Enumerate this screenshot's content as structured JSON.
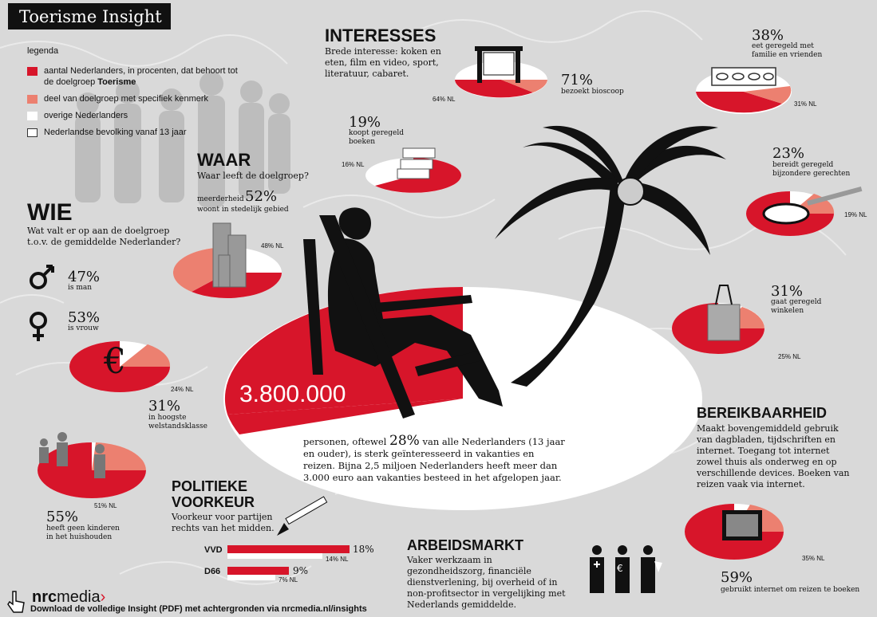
{
  "title": "Toerisme Insight",
  "legend": {
    "label": "legenda",
    "items": [
      {
        "color": "#d7152a",
        "text": "aantal Nederlanders, in procenten, dat behoort tot de doelgroep ",
        "bold": "Toerisme"
      },
      {
        "color": "#ec8070",
        "text": "deel van doelgroep met specifiek kenmerk",
        "bold": ""
      },
      {
        "color": "#ffffff",
        "text": "overige Nederlanders",
        "bold": ""
      },
      {
        "color": "#ffffff",
        "text": "Nederlandse bevolking vanaf 13 jaar",
        "bold": ""
      }
    ]
  },
  "interesses": {
    "heading": "INTERESSES",
    "text": "Brede interesse: koken en eten, film en video, sport, literatuur, cabaret.",
    "film": {
      "pct": "71%",
      "label": "bezoekt bioscoop",
      "nl": "64% NL"
    },
    "boeken": {
      "pct": "19%",
      "label": "koopt geregeld boeken",
      "nl": "16% NL"
    },
    "familie": {
      "pct": "38%",
      "label": "eet geregeld met familie en vrienden",
      "nl": "31% NL"
    },
    "gerechten": {
      "pct": "23%",
      "label": "bereidt geregeld bijzondere gerechten",
      "nl": "19% NL"
    },
    "winkelen": {
      "pct": "31%",
      "label": "gaat geregeld winkelen",
      "nl": "25% NL"
    }
  },
  "waar": {
    "heading": "WAAR",
    "question": "Waar leeft de doelgroep?",
    "pre": "meerderheid",
    "pct": "52%",
    "label": "woont in stedelijk gebied",
    "nl": "48% NL"
  },
  "wie": {
    "heading": "WIE",
    "question": "Wat valt er op aan de doelgroep t.o.v. de gemiddelde Nederlander?",
    "man": {
      "pct": "47%",
      "label": "is man"
    },
    "vrouw": {
      "pct": "53%",
      "label": "is vrouw"
    },
    "welstand": {
      "pct": "31%",
      "label": "in hoogste welstandsklasse",
      "nl": "24% NL"
    },
    "kinderen": {
      "pct": "55%",
      "label": "heeft geen kinderen in het huishouden",
      "nl": "51% NL"
    }
  },
  "main": {
    "number": "3.800.000",
    "text_a": "personen, oftewel",
    "pct": "28%",
    "text_b": "van alle Nederlanders (13 jaar en ouder), is sterk geïnteresseerd in vakanties en reizen.  Bijna 2,5 miljoen Nederlanders heeft meer dan 3.000 euro aan vakanties besteed in het afgelopen jaar."
  },
  "politiek": {
    "heading1": "POLITIEKE",
    "heading2": "VOORKEUR",
    "text": "Voorkeur voor partijen rechts van het midden.",
    "parties": [
      {
        "name": "VVD",
        "pct": "18%",
        "nl": "14% NL",
        "value": 18,
        "nl_value": 14
      },
      {
        "name": "D66",
        "pct": "9%",
        "nl": "7% NL",
        "value": 9,
        "nl_value": 7
      }
    ]
  },
  "arbeid": {
    "heading": "ARBEIDSMARKT",
    "text": "Vaker werkzaam in gezondheidszorg, financiële dienstverlening, bij overheid of in non-profitsector in vergelijking met Nederlands gemiddelde."
  },
  "bereik": {
    "heading": "BEREIKBAARHEID",
    "text": "Maakt bovengemiddeld gebruik van dagbladen, tijdschriften en internet. Toegang tot internet zowel thuis als onderweg en op verschillende devices. Boeken van reizen vaak via internet.",
    "pct": "59%",
    "label": "gebruikt internet om reizen te boeken",
    "nl": "35% NL"
  },
  "footer": {
    "brand1": "nrc",
    "brand2": "media",
    "download": "Download de volledige Insight (PDF) met achtergronden via nrcmedia.nl/insights"
  },
  "colors": {
    "red": "#d7152a",
    "salmon": "#ec8070",
    "bg": "#d9d9d9",
    "dark": "#111111"
  }
}
